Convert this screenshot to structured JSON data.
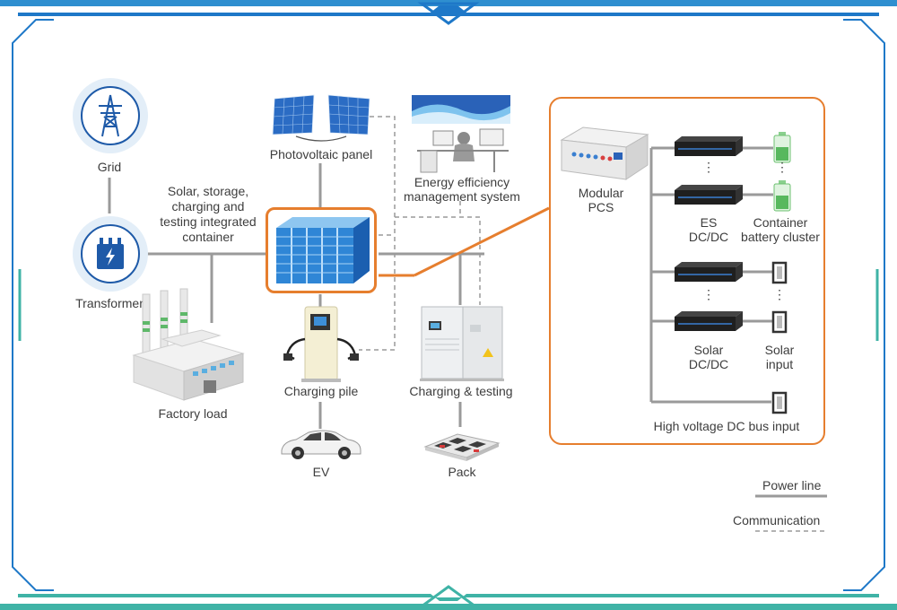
{
  "labels": {
    "grid": "Grid",
    "transformer": "Transformer",
    "factory_load": "Factory load",
    "container_l1": "Solar, storage,",
    "container_l2": "charging and",
    "container_l3": "testing integrated",
    "container_l4": "container",
    "pv_panel": "Photovoltaic panel",
    "ems_l1": "Energy efficiency",
    "ems_l2": "management system",
    "charging_pile": "Charging pile",
    "charging_testing": "Charging & testing",
    "ev": "EV",
    "pack": "Pack",
    "pcs_l1": "Modular",
    "pcs_l2": "PCS",
    "es_l1": "ES",
    "es_l2": "DC/DC",
    "cluster_l1": "Container",
    "cluster_l2": "battery cluster",
    "solar_dc_l1": "Solar",
    "solar_dc_l2": "DC/DC",
    "solar_in_l1": "Solar",
    "solar_in_l2": "input",
    "hv_bus": "High voltage DC bus input"
  },
  "legend": {
    "power_line": "Power line",
    "communication": "Communication"
  },
  "colors": {
    "frame_teal": "#3fb3a6",
    "frame_blue": "#1e78c8",
    "highlight_orange": "#e67e2e",
    "line_gray": "#9a9a9a"
  }
}
